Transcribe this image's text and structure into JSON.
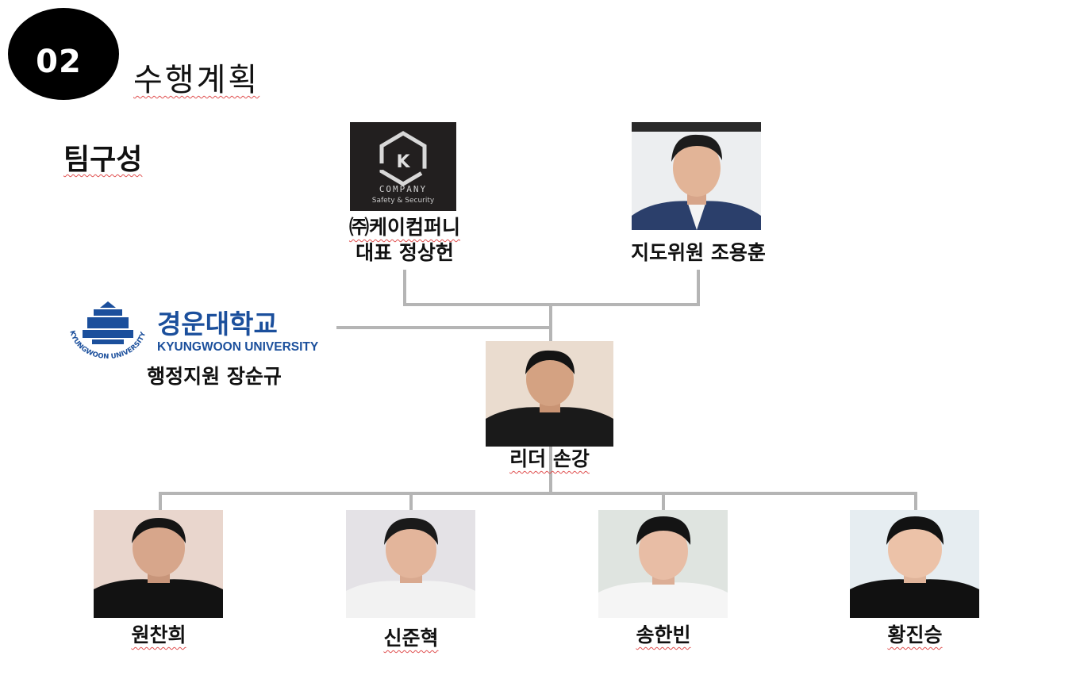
{
  "header": {
    "number": "02",
    "title": "수행계획"
  },
  "team": {
    "title": "팀구성"
  },
  "company": {
    "logo_letter": "K",
    "logo_text": "COMPANY",
    "logo_subtext": "Safety & Security",
    "name": "㈜케이컴퍼니",
    "role": "대표 정상헌"
  },
  "mentor": {
    "role": "지도위원 조용훈"
  },
  "university": {
    "name_ko": "경운대학교",
    "name_en": "KYUNGWOON UNIVERSITY",
    "ring_text": "KYUNGWOON UNIVERSITY",
    "role": "행정지원 장순규"
  },
  "leader": {
    "role": "리더 손강"
  },
  "members": [
    {
      "name": "원찬희"
    },
    {
      "name": "신준혁"
    },
    {
      "name": "송한빈"
    },
    {
      "name": "황진승"
    }
  ],
  "colors": {
    "badge": "#000000",
    "connector": "#b5b5b5",
    "university_blue": "#1b4f9c",
    "company_bg": "#221f1f"
  }
}
